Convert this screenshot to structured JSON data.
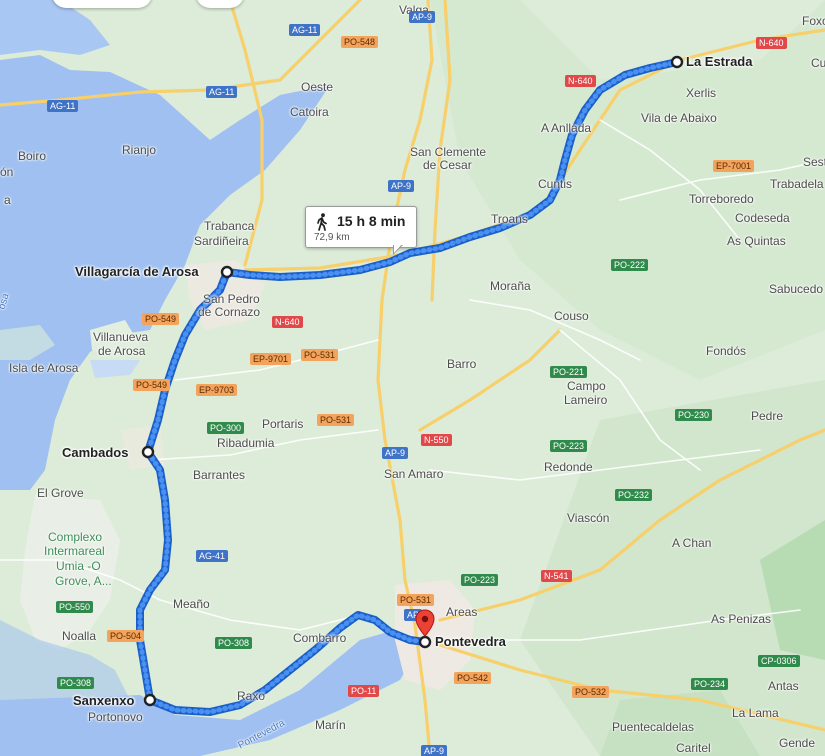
{
  "route": {
    "duration": "15 h 8 min",
    "distance": "72,9 km",
    "mode_icon": "walking-person-icon",
    "route_color": "#4285f4",
    "route_outline_color": "#1a5fc7"
  },
  "stops": {
    "start": "La Estrada",
    "villagarcia": "Villagarcía de Arosa",
    "cambados": "Cambados",
    "sanxenxo": "Sanxenxo",
    "destination": "Pontevedra",
    "destination_pin_color": "#ea4335"
  },
  "places": {
    "valga": "Valga",
    "oeste": "Oeste",
    "catoira": "Catoira",
    "rianjo": "Rianjo",
    "boiro": "Boiro",
    "on": "ón",
    "a": "a",
    "xerlis": "Xerlis",
    "vila_de_abaixo": "Vila de Abaixo",
    "a_anllada": "A Anllada",
    "san_clemente_1": "San Clemente",
    "san_clemente_2": "de Cesar",
    "cuntis": "Cuntis",
    "torreboredo": "Torreboredo",
    "trabadela": "Trabadela",
    "codeseda": "Codeseda",
    "as_quintas": "As Quintas",
    "troans": "Troans",
    "trabanca_1": "Trabanca",
    "trabanca_2": "Sardiñeira",
    "morana": "Moraña",
    "sabucedo": "Sabucedo",
    "san_pedro_1": "San Pedro",
    "san_pedro_2": "de Cornazo",
    "couso": "Couso",
    "villanueva_1": "Villanueva",
    "villanueva_2": "de Arosa",
    "isla_de_arosa": "Isla de Arosa",
    "barro": "Barro",
    "fondos": "Fondós",
    "campo_lameiro_1": "Campo",
    "campo_lameiro_2": "Lameiro",
    "pedre": "Pedre",
    "portaris": "Portaris",
    "ribadumia": "Ribadumia",
    "redonde": "Redonde",
    "barrantes": "Barrantes",
    "san_amaro": "San Amaro",
    "el_grove": "El Grove",
    "viascon": "Viascón",
    "a_chan": "A Chan",
    "meano": "Meaño",
    "areas": "Areas",
    "as_penizas": "As Penizas",
    "noalla": "Noalla",
    "combarro": "Combarro",
    "portonovo": "Portonovo",
    "raxo": "Raxo",
    "antas": "Antas",
    "la_lama": "La Lama",
    "marin": "Marín",
    "puentecaldelas": "Puentecaldelas",
    "caritel": "Caritel",
    "gende": "Gende",
    "foxo": "Foxo",
    "cu": "Cu",
    "sest": "Sest",
    "ria_de_pontevedra": "Pontevedra",
    "osa": "osa",
    "park_1": "Complexo",
    "park_2": "Intermareal",
    "park_3": "Umia -O",
    "park_4": "Grove, A..."
  },
  "shields": {
    "ap9_top": "AP-9",
    "ag11_a": "AG-11",
    "ag11_b": "AG-11",
    "ag11_c": "AG-11",
    "po548": "PO-548",
    "n640_a": "N-640",
    "n640_b": "N-640",
    "n640_c": "N-640",
    "ap9_b": "AP-9",
    "ep7001": "EP-7001",
    "po222": "PO-222",
    "po549_a": "PO-549",
    "po549_b": "PO-549",
    "ep9701": "EP-9701",
    "po531_a": "PO-531",
    "ep9703": "EP-9703",
    "po221": "PO-221",
    "po300": "PO-300",
    "po531_b": "PO-531",
    "po230": "PO-230",
    "n550": "N-550",
    "ap9_c": "AP-9",
    "po223_a": "PO-223",
    "po232": "PO-232",
    "ag41": "AG-41",
    "n541": "N-541",
    "po223_b": "PO-223",
    "po550": "PO-550",
    "po531_c": "PO-531",
    "ap_d": "AP",
    "po504": "PO-504",
    "po308_a": "PO-308",
    "po542": "PO-542",
    "cp0306": "CP-0306",
    "po234": "PO-234",
    "po308_b": "PO-308",
    "po11": "PO-11",
    "po532": "PO-532",
    "ap9_e": "AP-9"
  }
}
